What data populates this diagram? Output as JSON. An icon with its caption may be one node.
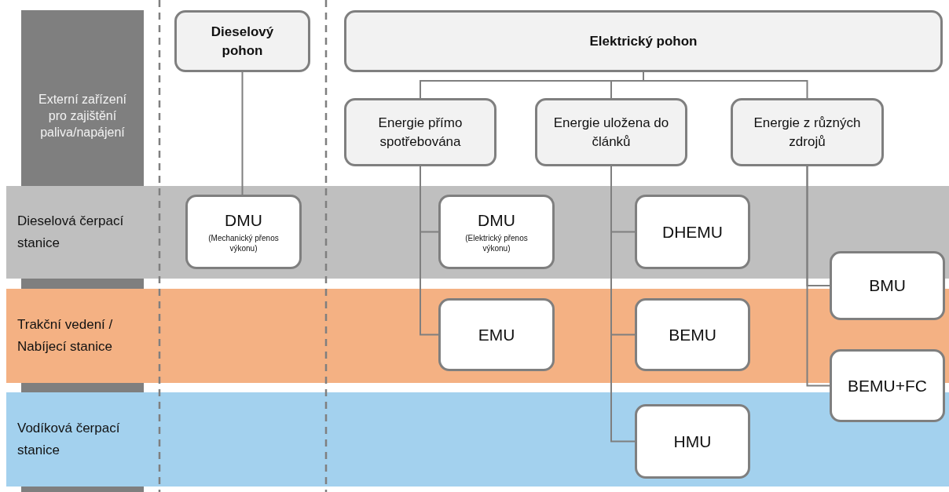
{
  "diagram": {
    "nodes": [
      {
        "text": [
          "Externí zařízení pro zajištění paliva/napájení"
        ]
      },
      {
        "text": [
          "Dieselová čerpací stanice"
        ]
      },
      {
        "text": [
          "Trakční vedení / Nabíjecí stanice"
        ]
      },
      {
        "text": [
          "Vodíková čerpací stanice"
        ]
      },
      {
        "text": [
          "Dieselový pohon"
        ]
      },
      {
        "text": [
          "Elektrický pohon"
        ]
      },
      {
        "text": [
          "Energie přímo spotřebována"
        ]
      },
      {
        "text": [
          "Energie uložena do článků"
        ]
      },
      {
        "text": [
          "Energie z různých zdrojů"
        ]
      },
      {
        "text": [
          "DMU",
          "(Mechanický přenos výkonu)"
        ],
        "in": 1
      },
      {
        "text": [
          "DMU",
          "(Elektrický přenos výkonu)"
        ],
        "in": 1
      },
      {
        "text": [
          "DHEMU"
        ],
        "in": 1
      },
      {
        "text": [
          "EMU"
        ],
        "in": 2
      },
      {
        "text": [
          "BEMU"
        ],
        "in": 2
      },
      {
        "text": [
          "HMU"
        ],
        "in": 3
      },
      {
        "text": [
          "BMU"
        ]
      },
      {
        "text": [
          "BEMU+FC"
        ]
      }
    ],
    "edges": [
      {
        "from": 4,
        "to": 9,
        "arrow": "none"
      },
      {
        "from": 5,
        "to": 6,
        "arrow": "none"
      },
      {
        "from": 5,
        "to": 7,
        "arrow": "none"
      },
      {
        "from": 5,
        "to": 8,
        "arrow": "none"
      },
      {
        "from": 6,
        "to": 10,
        "arrow": "none"
      },
      {
        "from": 6,
        "to": 12,
        "arrow": "none"
      },
      {
        "from": 7,
        "to": 11,
        "arrow": "none"
      },
      {
        "from": 7,
        "to": 13,
        "arrow": "none"
      },
      {
        "from": 7,
        "to": 14,
        "arrow": "none"
      },
      {
        "from": 8,
        "to": 15,
        "arrow": "none"
      },
      {
        "from": 8,
        "to": 16,
        "arrow": "none"
      }
    ]
  }
}
